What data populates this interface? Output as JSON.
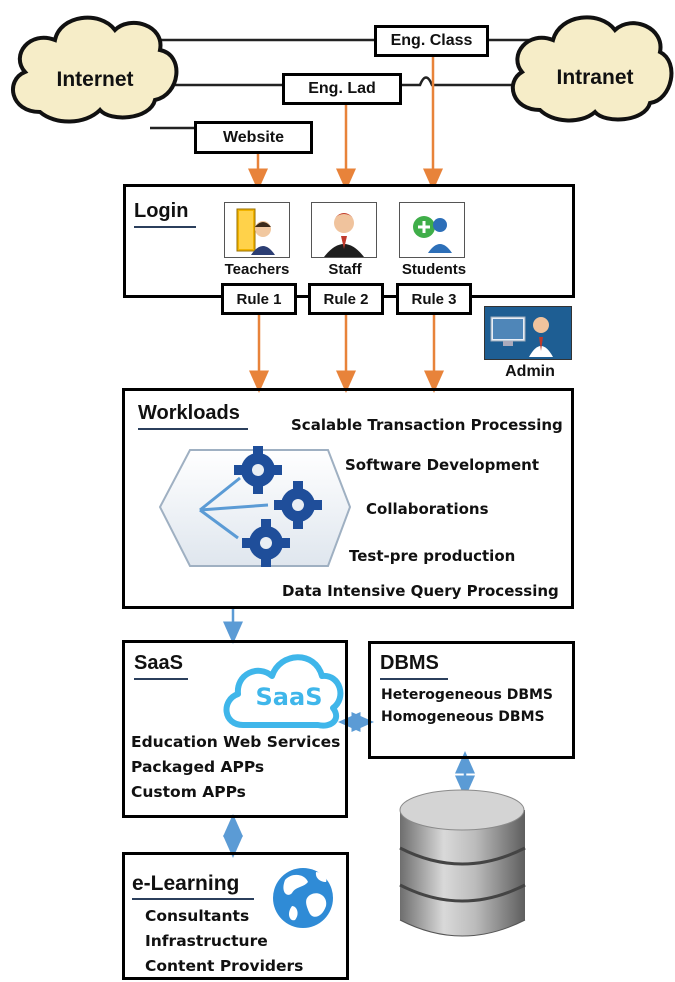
{
  "clouds": {
    "internet": "Internet",
    "intranet": "Intranet"
  },
  "links": {
    "eng_class": "Eng. Class",
    "eng_lad": "Eng. Lad",
    "website": "Website"
  },
  "login": {
    "title": "Login",
    "roles": [
      {
        "label": "Teachers",
        "icon": "teacher-icon"
      },
      {
        "label": "Staff",
        "icon": "staff-icon"
      },
      {
        "label": "Students",
        "icon": "students-icon"
      }
    ],
    "rules": [
      "Rule 1",
      "Rule 2",
      "Rule 3"
    ]
  },
  "admin": {
    "label": "Admin",
    "icon": "admin-icon"
  },
  "workloads": {
    "title": "Workloads",
    "items": [
      "Scalable Transaction Processing",
      "Software Development",
      "Collaborations",
      "Test-pre production",
      "Data Intensive Query Processing"
    ]
  },
  "saas": {
    "title": "SaaS",
    "logo_text": "SaaS",
    "items": [
      "Education Web Services",
      "Packaged APPs",
      "Custom APPs"
    ]
  },
  "dbms": {
    "title": "DBMS",
    "items": [
      "Heterogeneous DBMS",
      "Homogeneous DBMS"
    ]
  },
  "elearning": {
    "title": "e-Learning",
    "items": [
      "Consultants",
      "Infrastructure",
      "Content Providers"
    ]
  },
  "colors": {
    "cloud_fill": "#f6edc8",
    "orange_arrow": "#e8833a",
    "blue_arrow": "#5b9bd5",
    "saas_blue": "#3fb6ea",
    "gear_blue": "#1f4e9a"
  }
}
